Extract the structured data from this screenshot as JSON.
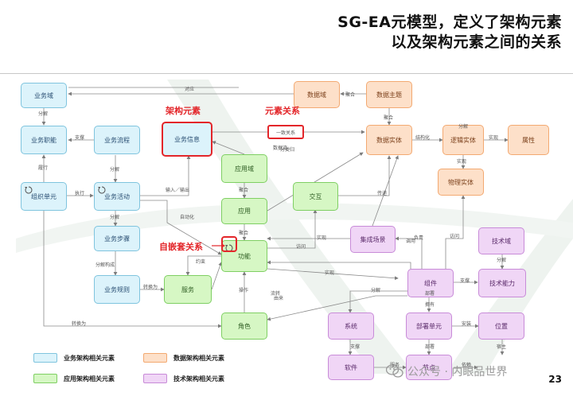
{
  "title": {
    "line1": "SG-EA元模型，定义了架构元素",
    "line2": "以及架构元素之间的关系"
  },
  "nodes": {
    "biz_domain": "业务域",
    "biz_function": "业务职能",
    "biz_process": "业务流程",
    "biz_info": "业务信息",
    "org_unit": "组织单元",
    "biz_activity": "业务活动",
    "biz_step": "业务步骤",
    "biz_rule": "业务规则",
    "app_domain": "应用域",
    "app": "应用",
    "app_function": "功能",
    "app_service": "服务",
    "role": "角色",
    "data_domain": "数据域",
    "data_subject": "数据主题",
    "data_entity": "数据实体",
    "logical_entity": "逻辑实体",
    "attribute": "属性",
    "physical_entity": "物理实体",
    "exchange": "交互",
    "integration_scenario": "集成场景",
    "tech_domain": "技术域",
    "component": "组件",
    "tech_capability": "技术能力",
    "system": "系统",
    "deploy_unit": "部署单元",
    "location": "位置",
    "software": "软件",
    "node": "节点"
  },
  "edge_labels": {
    "e1": "对应",
    "e2": "分解",
    "e3": "支撑",
    "e4": "履行",
    "e5": "执行",
    "e6": "分解",
    "e7": "分解",
    "e8": "分解构成",
    "e9": "转换为",
    "e10": "输入／输出",
    "e11": "自动化",
    "e12": "约束",
    "e13": "聚合",
    "e14": "聚合",
    "e15": "操作",
    "e16": "流转",
    "e17": "数据流",
    "e18": "一致关系",
    "e19": "分类归",
    "e20": "聚合",
    "e21": "结构化",
    "e22": "实现",
    "e23": "传递",
    "e24": "实现",
    "e25": "实现",
    "e26": "访问",
    "e27": "调用",
    "e28": "部署",
    "e29": "访问",
    "e30": "分解",
    "e31": "支撑",
    "e32": "拥有",
    "e33": "支撑",
    "e34": "部署",
    "e35": "安装",
    "e36": "依赖",
    "e37": "宿主",
    "e38": "转换为",
    "e39": "实现",
    "e40": "分解",
    "e41": "负责",
    "e42": "分解",
    "e43": "聚合",
    "e44": "由来",
    "e45": "服务"
  },
  "annotations": {
    "arch_element": "架构元素",
    "element_relation": "元素关系",
    "self_nesting": "自嵌套关系"
  },
  "legend": {
    "biz": "业务架构相关元素",
    "data": "数据架构相关元素",
    "app": "应用架构相关元素",
    "tech": "技术架构相关元素"
  },
  "watermark": "公众号 · 内眼品世界",
  "page_number": "23",
  "colors": {
    "biz_fill": "#dcf3fb",
    "app_fill": "#d6f7c4",
    "data_fill": "#fde0c9",
    "tech_fill": "#f0d6f6",
    "highlight": "#e3262a"
  }
}
